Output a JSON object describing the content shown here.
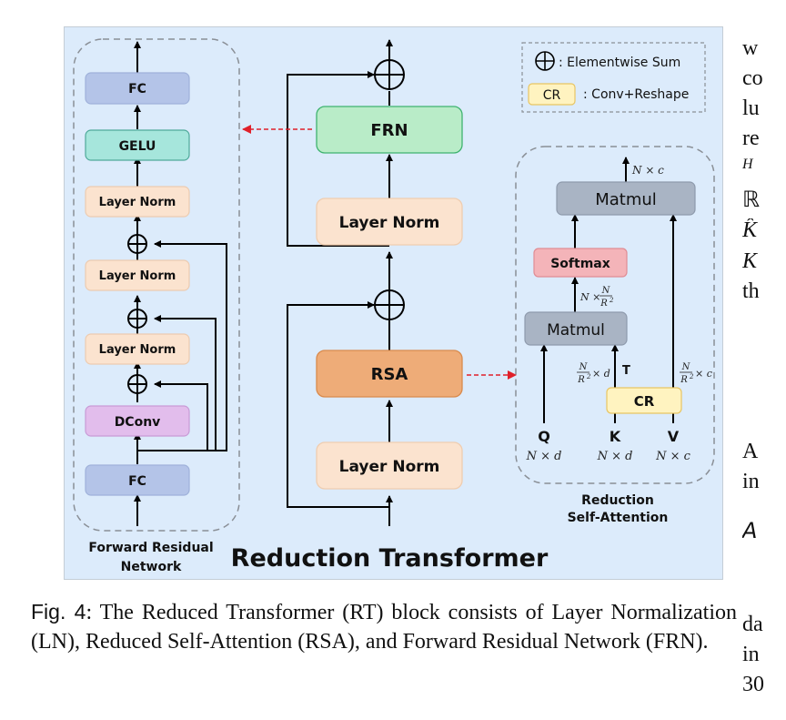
{
  "figure": {
    "title": "Reduction Transformer",
    "legend": {
      "sum_label": ": Elementwise Sum",
      "cr_box": "CR",
      "cr_label": ": Conv+Reshape"
    },
    "main_blocks": {
      "frn": "FRN",
      "layer_norm_top": "Layer Norm",
      "rsa": "RSA",
      "layer_norm_bottom": "Layer Norm"
    },
    "frn_detail": {
      "title_line1": "Forward Residual",
      "title_line2": "Network",
      "blocks": [
        "FC",
        "GELU",
        "Layer Norm",
        "Layer Norm",
        "Layer Norm",
        "DConv",
        "FC"
      ]
    },
    "rsa_detail": {
      "title_line1": "Reduction",
      "title_line2": "Self-Attention",
      "matmul_top": "Matmul",
      "softmax": "Softmax",
      "matmul_bottom": "Matmul",
      "cr": "CR",
      "transpose": "T",
      "inputs": [
        {
          "name": "Q",
          "shape": "N × d"
        },
        {
          "name": "K",
          "shape": "N × d"
        },
        {
          "name": "V",
          "shape": "N × c"
        }
      ],
      "out_shape": "N × c",
      "softmax_in_shape_prefix": "N ×",
      "frac_num": "N",
      "frac_den": "R",
      "frac_den_exp": "2",
      "k_reduced_suffix": "× d",
      "v_reduced_suffix": "× c"
    },
    "colors": {
      "background": "#dcebfb",
      "fc": "#b4c4e8",
      "gelu": "#a6e6dc",
      "layer_norm": "#fbe3cf",
      "dconv": "#e2bdec",
      "frn": "#b9ecc8",
      "rsa": "#eeac78",
      "matmul": "#a9b4c4",
      "softmax": "#f4b4b9",
      "cr": "#fff3c0",
      "red_arrow": "#e0202a"
    }
  },
  "caption": {
    "label": "Fig. 4",
    "text": ": The Reduced Transformer (RT) block consists of Layer Normalization (LN), Reduced Self-Attention (RSA), and Forward Residual Network (FRN)."
  },
  "side_text": {
    "lines_top": [
      "w",
      "co",
      "lu",
      "re",
      "H",
      "ℝ",
      "K̂",
      "K",
      "th"
    ],
    "lines_bottom": [
      "A",
      "in",
      "A",
      "da",
      "in",
      "30"
    ]
  }
}
